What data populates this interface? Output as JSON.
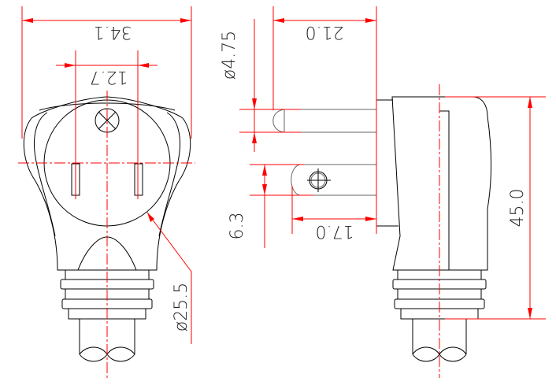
{
  "dimensions": {
    "front_width": "34.1",
    "pin_spacing": "12.7",
    "face_diameter": "ø25.5",
    "pin_length": "21.0",
    "ground_pin_diameter": "ø4.75",
    "blade_width": "6.3",
    "blade_length": "17.0",
    "body_height": "45.0"
  },
  "colors": {
    "outline": "#000000",
    "dimension": "#ff0000"
  }
}
